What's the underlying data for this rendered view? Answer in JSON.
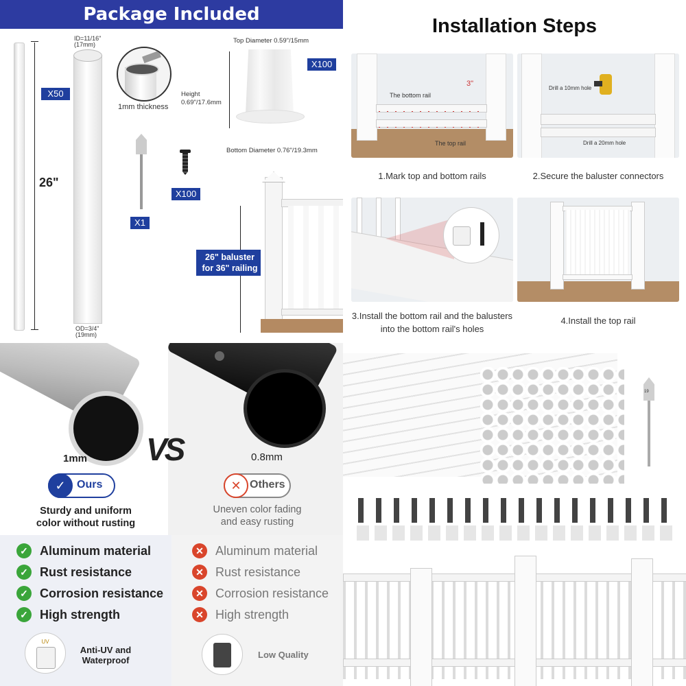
{
  "package": {
    "title": "Package Included",
    "badge_x50": "X50",
    "length": "26\"",
    "id_label": "ID=11/16\"\n(17mm)",
    "od_label": "OD=3/4\"\n(19mm)",
    "thickness": "1mm thickness",
    "top_diameter": "Top Diameter 0.59\"/15mm",
    "height": "Height\n0.69\"/17.6mm",
    "bottom_diameter": "Bottom Diameter 0.76\"/19.3mm",
    "badge_x100_connector": "X100",
    "badge_x100_screw": "X100",
    "badge_x1": "X1",
    "baluster_note": "26\" baluster\nfor 36\" railing"
  },
  "installation": {
    "title": "Installation Steps",
    "step1_label_bottom": "The bottom rail",
    "step1_label_top": "The top rail",
    "step1_measure": "3\"",
    "step2_label_10mm": "Drill a 10mm hole",
    "step2_label_20mm": "Drill a 20mm hole",
    "steps": [
      {
        "caption": "1.Mark top and bottom rails"
      },
      {
        "caption": "2.Secure the baluster connectors"
      },
      {
        "caption": "3.Install the bottom rail and the balusters into the bottom rail's holes"
      },
      {
        "caption": "4.Install the top rail"
      }
    ]
  },
  "comparison": {
    "ours_thickness": "1mm",
    "others_thickness": "0.8mm",
    "vs": "VS",
    "ours_badge": "Ours",
    "others_badge": "Others",
    "ours_desc": "Sturdy and uniform\ncolor without rusting",
    "others_desc": "Uneven color fading\nand easy rusting",
    "features": [
      "Aluminum material",
      "Rust resistance",
      "Corrosion resistance",
      "High strength"
    ],
    "ours_footer": "Anti-UV and\nWaterproof",
    "others_footer": "Low Quality",
    "uv_text": "UV",
    "colors": {
      "check": "#3aa53a",
      "cross": "#d9452b",
      "ours_blue": "#1f3f9e",
      "others_red": "#d9452b"
    }
  },
  "products": {
    "drill_bit_number": "19"
  }
}
